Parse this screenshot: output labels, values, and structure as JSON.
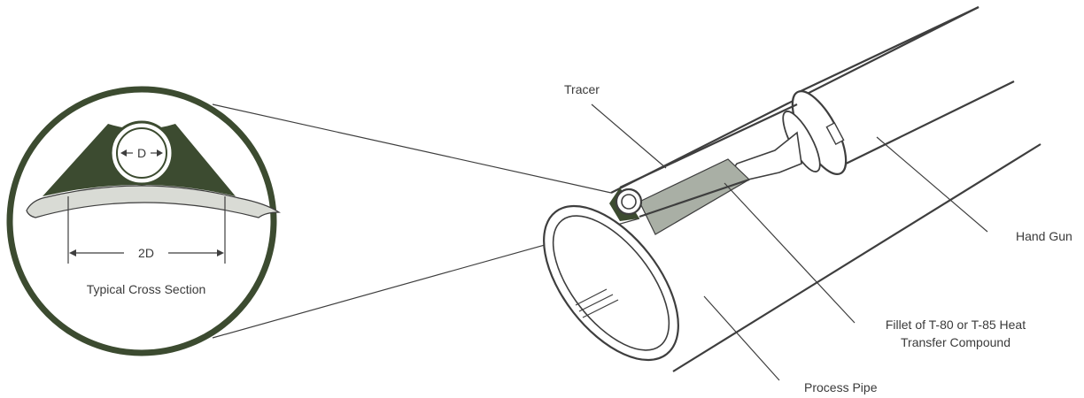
{
  "colors": {
    "dark_green": "#3c4b30",
    "light_gray": "#d9dbd5",
    "mid_gray": "#a9afa5",
    "line": "#3e3e3e",
    "text": "#3a3a3a"
  },
  "detail": {
    "dimension_d": "D",
    "dimension_2d": "2D",
    "caption": "Typical Cross Section"
  },
  "labels": {
    "tracer": "Tracer",
    "hand_gun": "Hand Gun",
    "fillet_line1": "Fillet of T-80 or T-85 Heat",
    "fillet_line2": "Transfer Compound",
    "process_pipe": "Process Pipe"
  }
}
